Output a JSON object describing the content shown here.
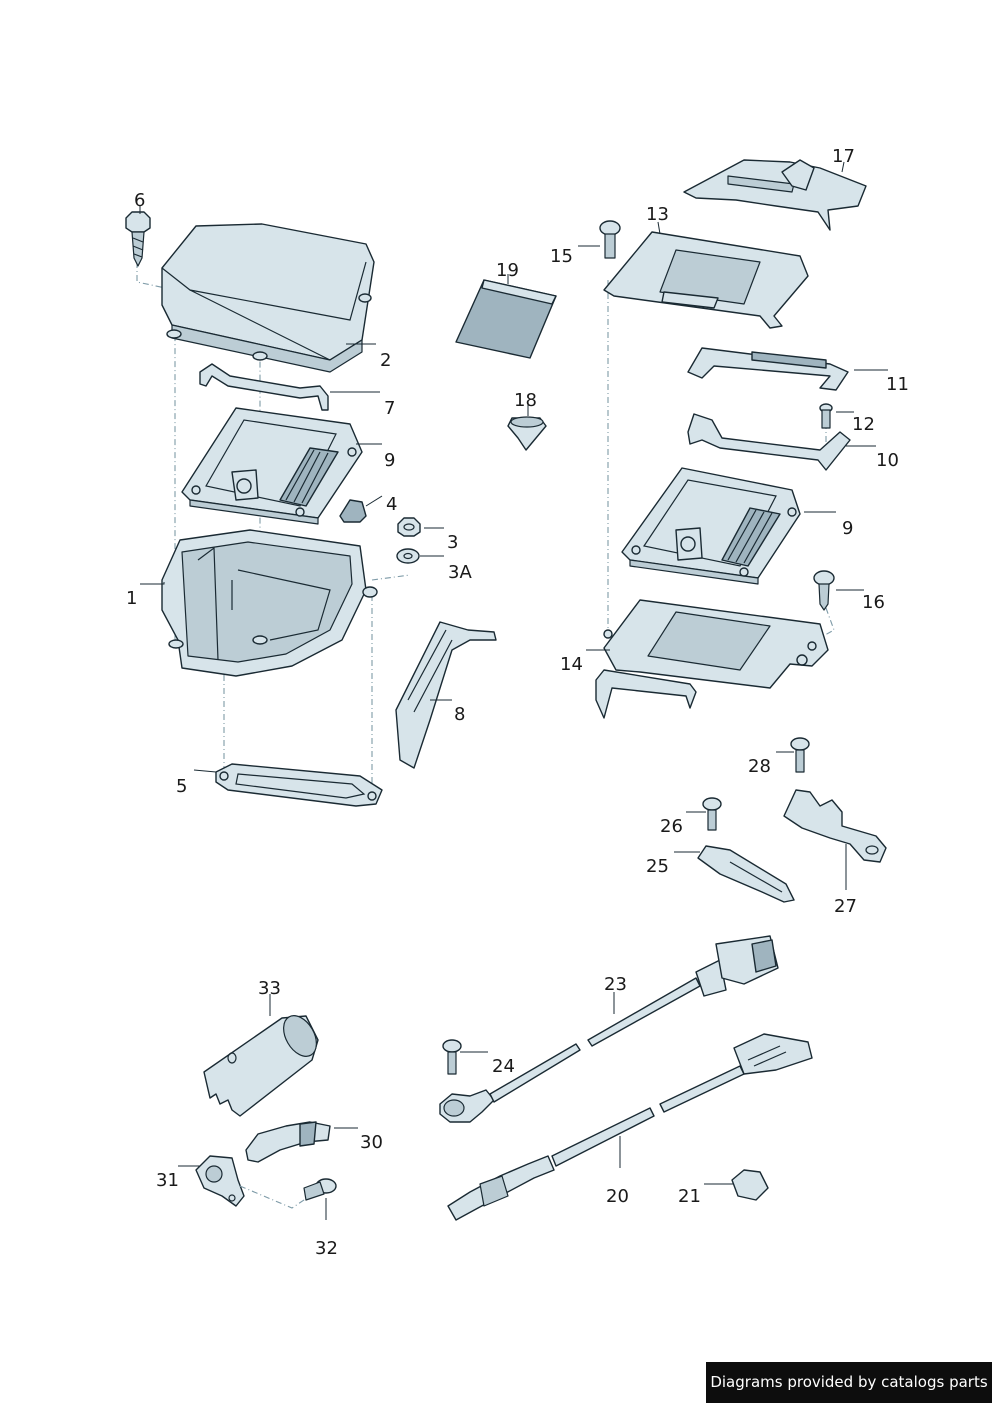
{
  "labels": {
    "p1": "1",
    "p2": "2",
    "p3": "3",
    "p3a": "3A",
    "p4": "4",
    "p5": "5",
    "p6": "6",
    "p7": "7",
    "p8": "8",
    "p9a": "9",
    "p9b": "9",
    "p10": "10",
    "p11": "11",
    "p12": "12",
    "p13": "13",
    "p14": "14",
    "p15": "15",
    "p16": "16",
    "p17": "17",
    "p18": "18",
    "p19": "19",
    "p20": "20",
    "p21": "21",
    "p23": "23",
    "p24": "24",
    "p25": "25",
    "p26": "26",
    "p27": "27",
    "p28": "28",
    "p30": "30",
    "p31": "31",
    "p32": "32",
    "p33": "33"
  },
  "credit": "Diagrams provided by catalogs parts",
  "colors": {
    "part_fill": "#d7e4ea",
    "outline": "#1a2a33",
    "centerline": "#7d9aa7"
  }
}
